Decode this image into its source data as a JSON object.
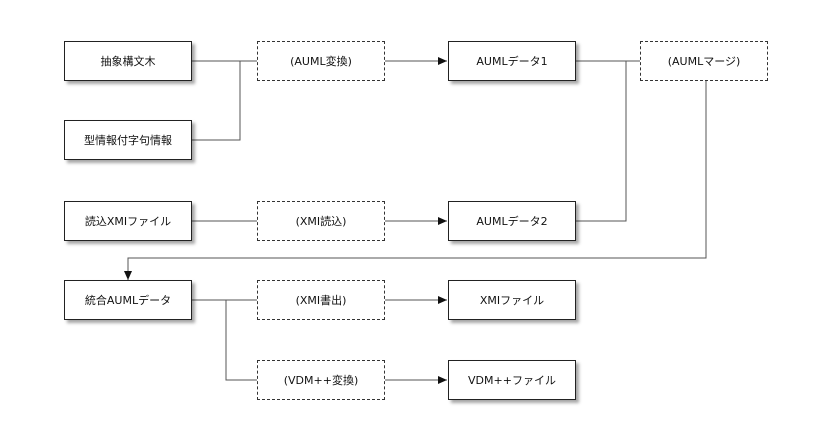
{
  "nodes": {
    "abstract_syntax_tree": "抽象構文木",
    "type_info": "型情報付字句情報",
    "read_xmi_file": "読込XMIファイル",
    "auml_convert": "(AUML変換)",
    "xmi_read": "(XMI読込)",
    "auml_data_1": "AUMLデータ1",
    "auml_data_2": "AUMLデータ2",
    "auml_merge": "(AUMLマージ)",
    "merged_auml_data": "統合AUMLデータ",
    "xmi_write": "(XMI書出)",
    "vdm_convert": "(VDM++変換)",
    "xmi_file": "XMIファイル",
    "vdm_file": "VDM++ファイル"
  }
}
